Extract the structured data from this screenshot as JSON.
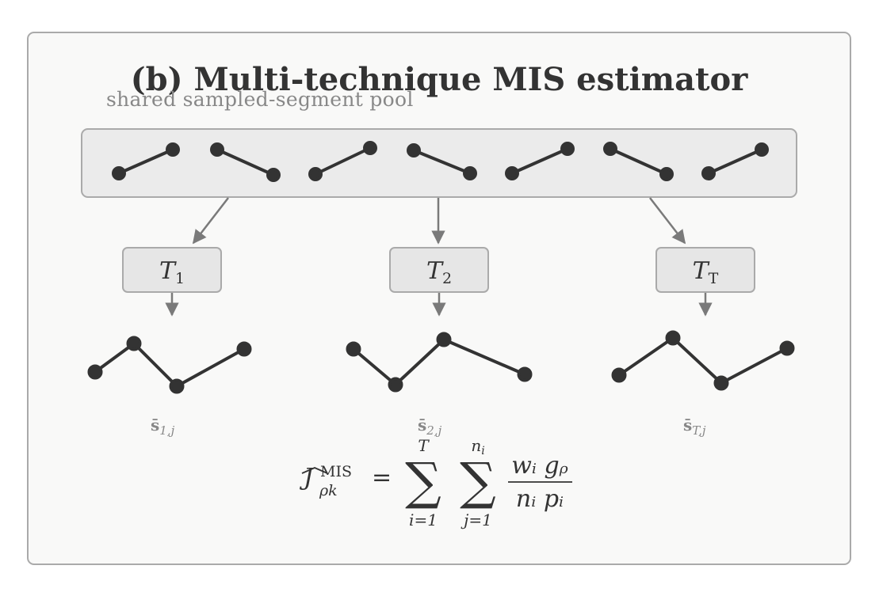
{
  "title": "(b) Multi-technique MIS estimator",
  "pool_label": "shared sampled-segment pool",
  "techniques": [
    {
      "symbol": "T",
      "subscript": "1"
    },
    {
      "symbol": "T",
      "subscript": "2"
    },
    {
      "symbol": "T",
      "subscript": "T"
    }
  ],
  "segment_labels": [
    {
      "base": "s̄",
      "subscript": "1,j"
    },
    {
      "base": "s̄",
      "subscript": "2,j"
    },
    {
      "base": "s̄",
      "subscript": "T,j"
    }
  ],
  "formula": {
    "lhs_base": "J",
    "lhs_superscript": "MIS",
    "lhs_subscript": "ρk",
    "equals": "=",
    "sum1_upper": "T",
    "sum1_lower": "i=1",
    "sum2_upper": "n",
    "sum2_upper_sub": "i",
    "sum2_lower": "j=1",
    "numerator": "wᵢ gᵨ",
    "denominator": "nᵢ pᵢ"
  },
  "colors": {
    "panel_bg": "#f9f9f8",
    "panel_border": "#aaaaaa",
    "pool_bg": "#ebebeb",
    "box_bg": "#e6e6e6",
    "ink": "#333333",
    "arrow": "#7a7a7a",
    "muted_text": "#888888"
  }
}
